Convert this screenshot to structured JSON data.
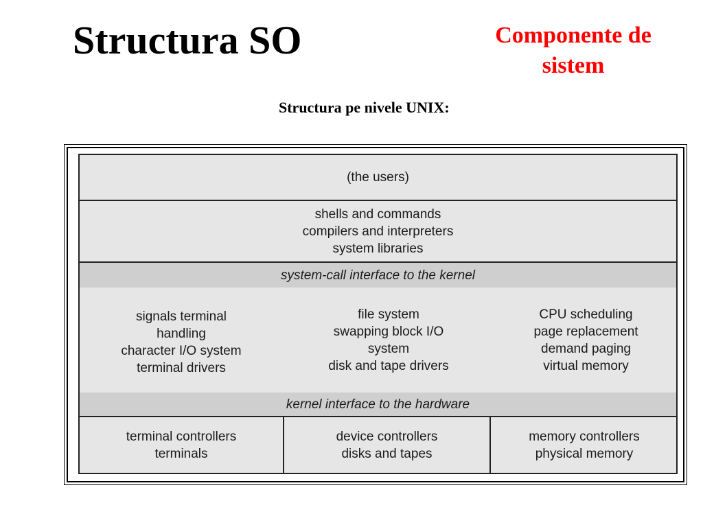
{
  "slide": {
    "title": "Structura SO",
    "subtitle_lines": [
      "Componente de",
      "sistem"
    ],
    "caption": "Structura pe nivele UNIX:",
    "title_color": "#000000",
    "subtitle_color": "#ff0000"
  },
  "diagram": {
    "users": "(the users)",
    "shells": [
      "shells and commands",
      "compilers and interpreters",
      "system libraries"
    ],
    "syscall_interface": "system-call interface to the kernel",
    "kernel_columns": [
      [
        "signals terminal",
        "handling",
        "character I/O system",
        "terminal drivers"
      ],
      [
        "file system",
        "swapping block I/O",
        "system",
        "disk and tape drivers"
      ],
      [
        "CPU scheduling",
        "page replacement",
        "demand paging",
        "virtual memory"
      ]
    ],
    "hardware_interface": "kernel interface to the hardware",
    "controllers": [
      [
        "terminal controllers",
        "terminals"
      ],
      [
        "device controllers",
        "disks and tapes"
      ],
      [
        "memory controllers",
        "physical memory"
      ]
    ],
    "colors": {
      "layer_fill": "#e6e6e6",
      "interface_fill": "#cfcfcf",
      "border": "#222222"
    }
  }
}
